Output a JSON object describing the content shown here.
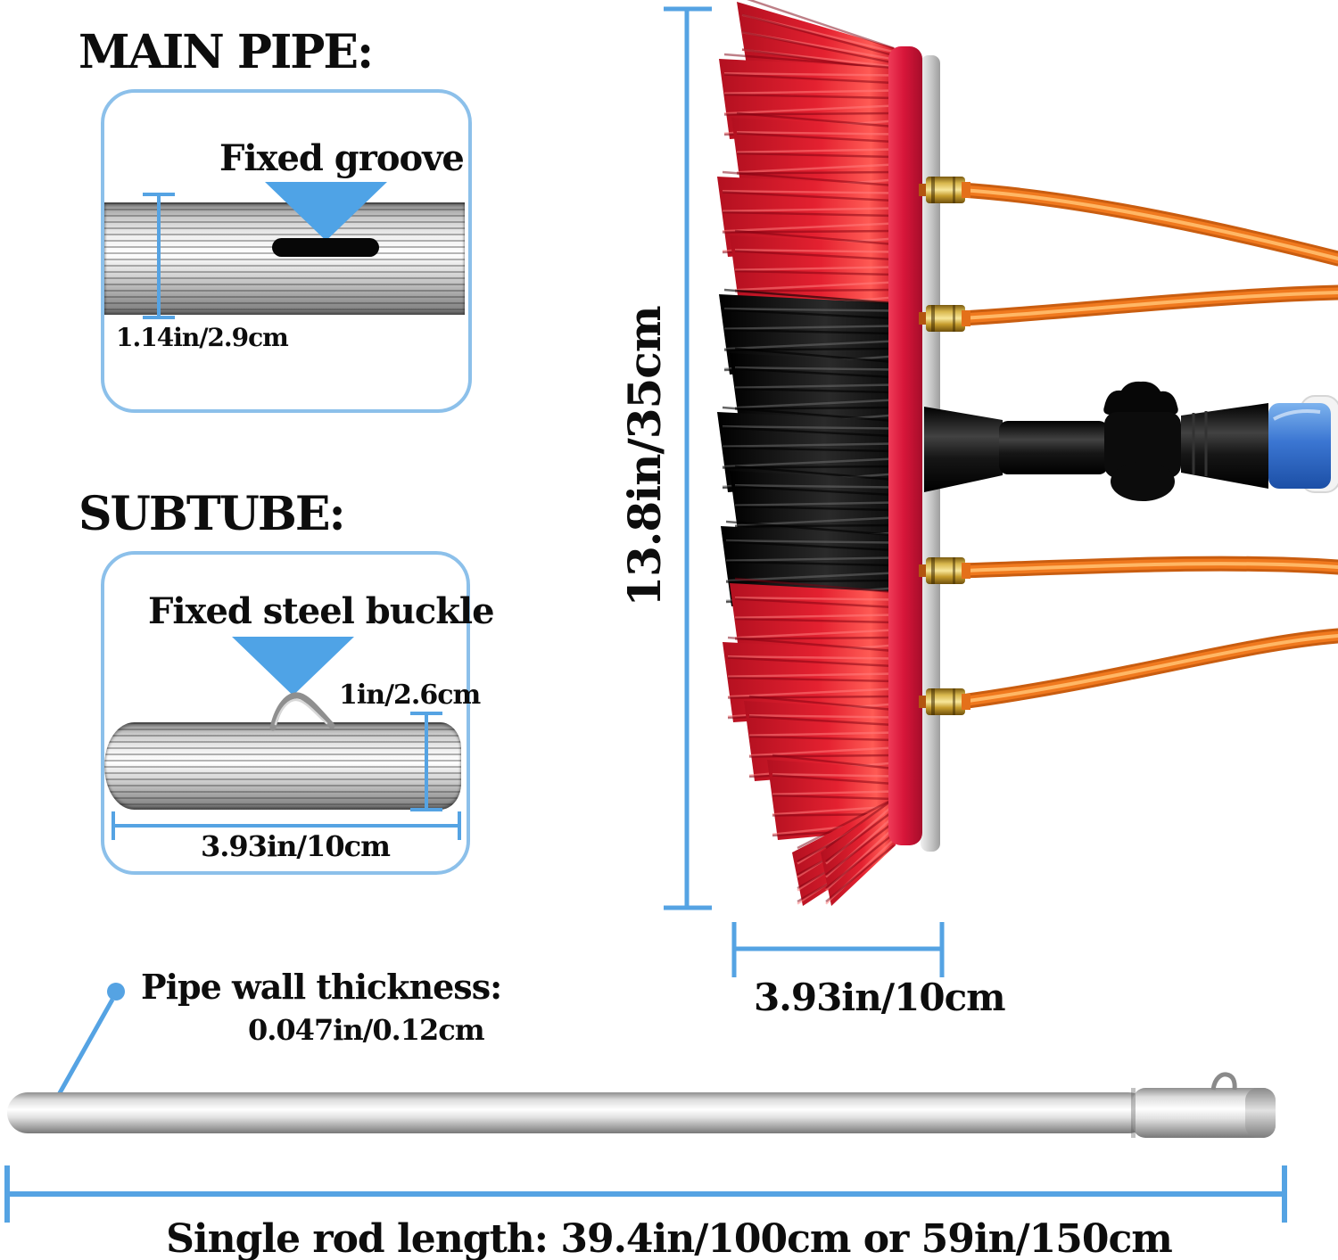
{
  "colors": {
    "accent_blue": "#55a3e3",
    "box_border_blue": "#8cc0ea",
    "arrow_blue": "#4fa3e6",
    "board_red": "#d8163a",
    "bristle_red": "#dd1f2e",
    "bristle_black": "#1a1a1a",
    "hose_orange": "#f0791e",
    "brass_gold": "#d4ab3f",
    "pole_silver": "#d9d9d9",
    "connector_blue": "#2f6fd0"
  },
  "main_pipe": {
    "title": "MAIN PIPE:",
    "callout": "Fixed groove",
    "diameter": "1.14in/2.9cm"
  },
  "subtube": {
    "title": "SUBTUBE:",
    "callout": "Fixed steel buckle",
    "height": "1in/2.6cm",
    "length": "3.93in/10cm"
  },
  "brush_head": {
    "height": "13.8in/35cm",
    "width": "3.93in/10cm"
  },
  "pole": {
    "wall_thickness_label": "Pipe wall thickness:",
    "wall_thickness_value": "0.047in/0.12cm",
    "length": "Single rod length: 39.4in/100cm or 59in/150cm"
  }
}
